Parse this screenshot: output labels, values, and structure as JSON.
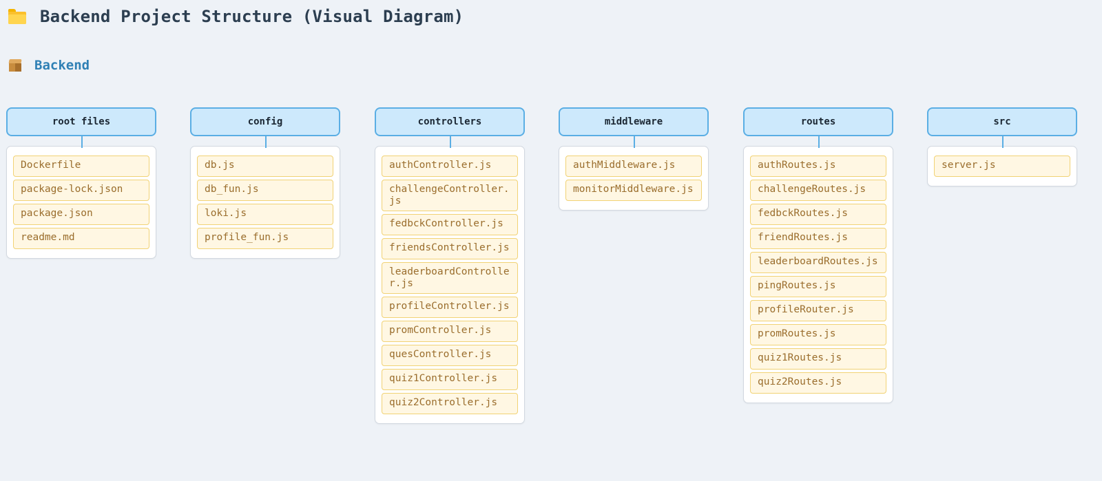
{
  "title": "Backend Project Structure (Visual Diagram)",
  "section": "Backend",
  "icons": {
    "title": "folder-icon",
    "section": "package-box-icon"
  },
  "colors": {
    "header_fill": "#cde9fc",
    "header_border": "#5aaee4",
    "file_fill": "#fff7e3",
    "file_border": "#f1d274",
    "file_text": "#9a6d2c"
  },
  "columns": [
    {
      "name": "root files",
      "files": [
        "Dockerfile",
        "package-lock.json",
        "package.json",
        "readme.md"
      ]
    },
    {
      "name": "config",
      "files": [
        "db.js",
        "db_fun.js",
        "loki.js",
        "profile_fun.js"
      ]
    },
    {
      "name": "controllers",
      "files": [
        "authController.js",
        "challengeController.js",
        "fedbckController.js",
        "friendsController.js",
        "leaderboardController.js",
        "profileController.js",
        "promController.js",
        "quesController.js",
        "quiz1Controller.js",
        "quiz2Controller.js"
      ]
    },
    {
      "name": "middleware",
      "files": [
        "authMiddleware.js",
        "monitorMiddleware.js"
      ]
    },
    {
      "name": "routes",
      "files": [
        "authRoutes.js",
        "challengeRoutes.js",
        "fedbckRoutes.js",
        "friendRoutes.js",
        "leaderboardRoutes.js",
        "pingRoutes.js",
        "profileRouter.js",
        "promRoutes.js",
        "quiz1Routes.js",
        "quiz2Routes.js"
      ]
    },
    {
      "name": "src",
      "files": [
        "server.js"
      ]
    }
  ]
}
